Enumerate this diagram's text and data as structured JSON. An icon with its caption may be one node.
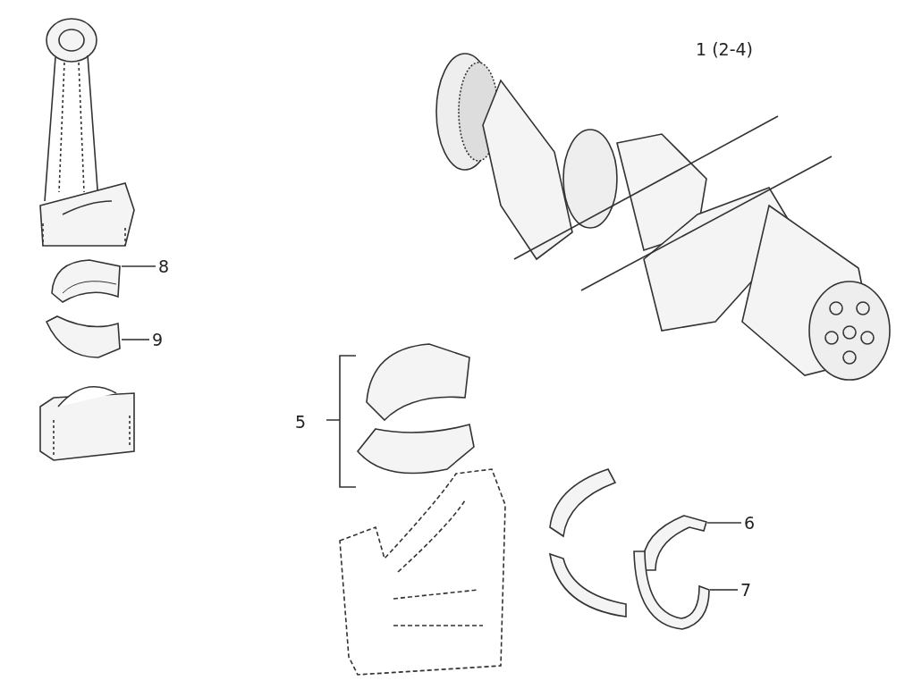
{
  "diagram": {
    "nodes": [
      {
        "text": [
          "8"
        ]
      },
      {
        "text": [],
        "shape": "picture"
      },
      {
        "text": [
          "9"
        ]
      },
      {
        "text": [],
        "shape": "picture"
      },
      {
        "text": [
          "6"
        ]
      },
      {
        "text": [],
        "shape": "picture"
      },
      {
        "text": [
          "7"
        ]
      },
      {
        "text": [],
        "shape": "picture"
      }
    ],
    "edges": [
      {
        "from": 0,
        "to": 1,
        "arrow": "none"
      },
      {
        "from": 2,
        "to": 3,
        "arrow": "none"
      },
      {
        "from": 4,
        "to": 5,
        "arrow": "none"
      },
      {
        "from": 6,
        "to": 7,
        "arrow": "none"
      }
    ],
    "labels": [
      "1 (2-4)",
      "5"
    ]
  }
}
